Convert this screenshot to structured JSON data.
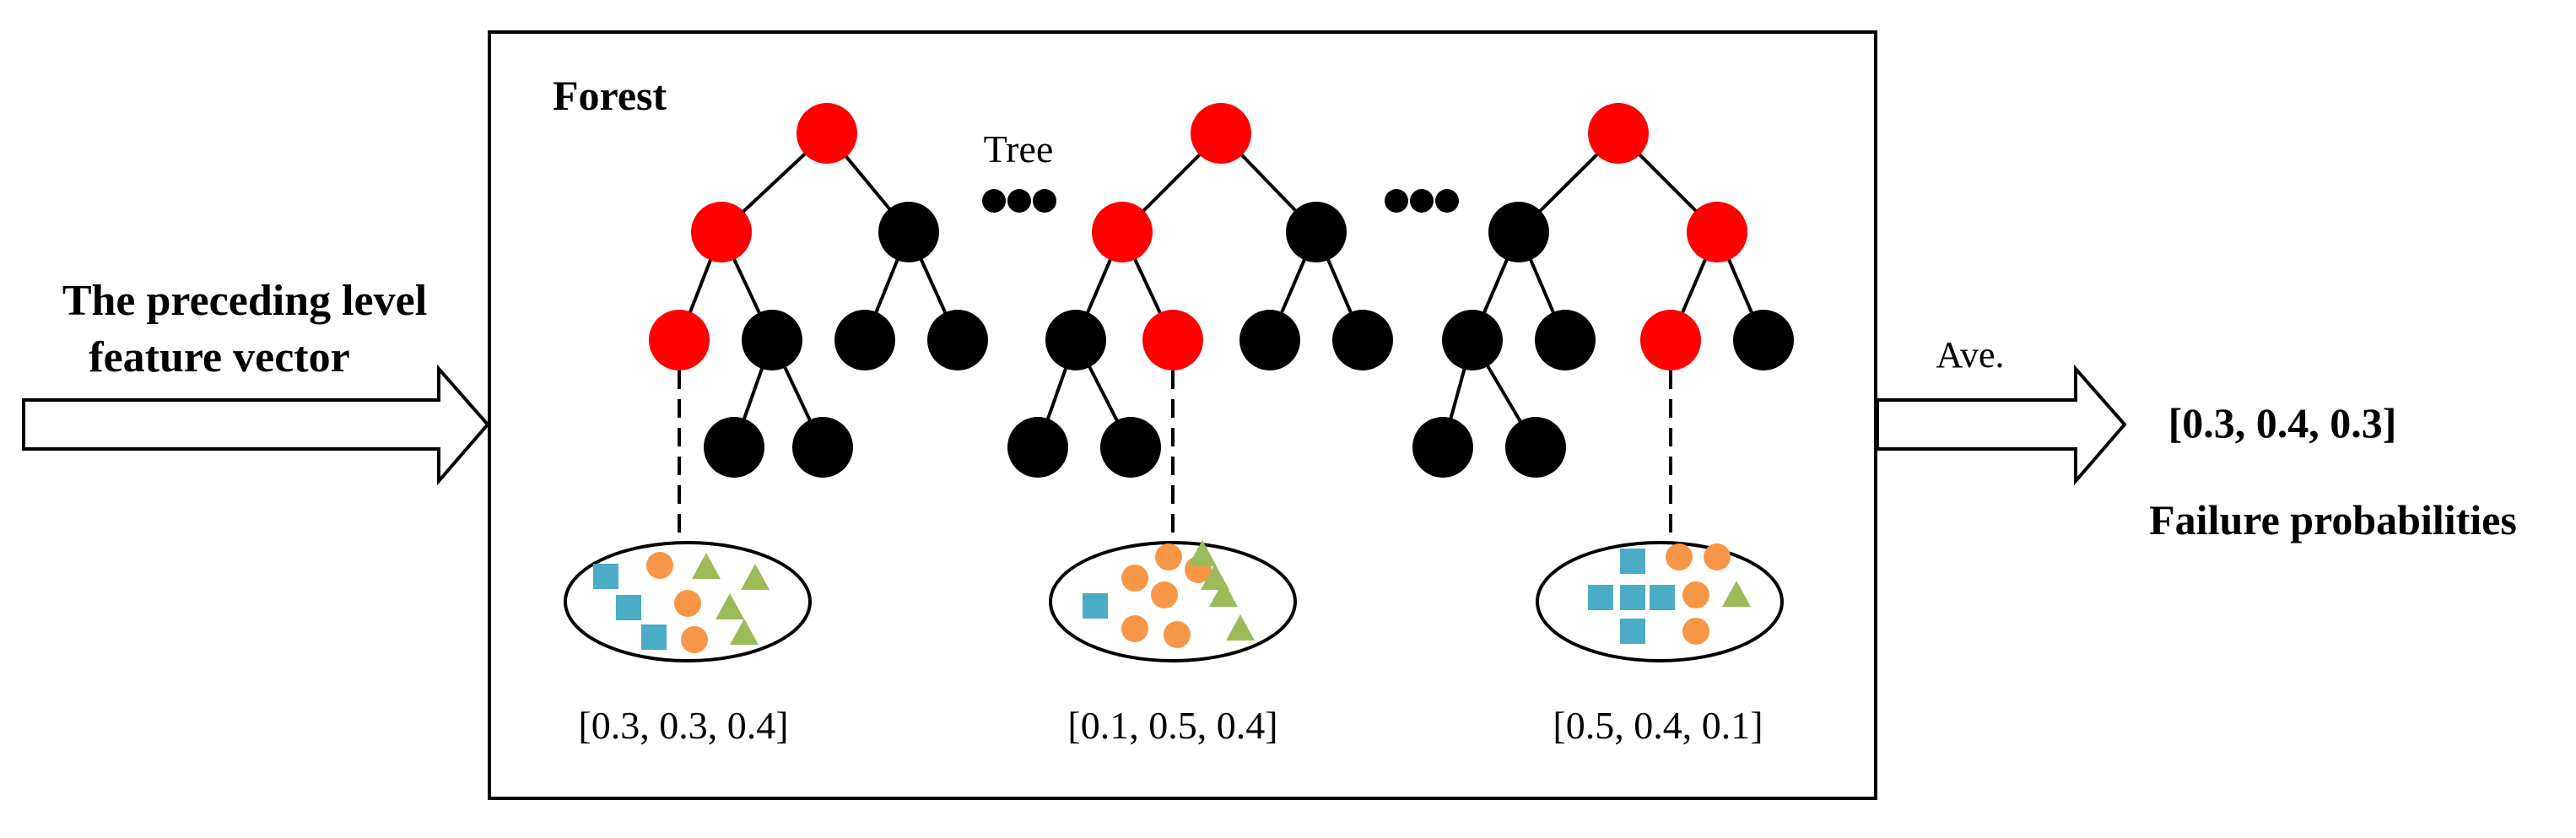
{
  "input": {
    "line1": "The preceding level",
    "line2": "feature vector"
  },
  "forest": {
    "title": "Forest",
    "tree_label": "Tree",
    "trees": [
      {
        "probabilities": "[0.3, 0.3, 0.4]"
      },
      {
        "probabilities": "[0.1, 0.5, 0.4]"
      },
      {
        "probabilities": "[0.5, 0.4, 0.1]"
      }
    ]
  },
  "output": {
    "operation": "Ave.",
    "result": "[0.3, 0.4, 0.3]",
    "caption": "Failure probabilities"
  },
  "colors": {
    "path_node": "#ff0000",
    "node": "#000000",
    "class_square": "#4bacc6",
    "class_circle": "#f79646",
    "class_triangle": "#9bbb59"
  }
}
